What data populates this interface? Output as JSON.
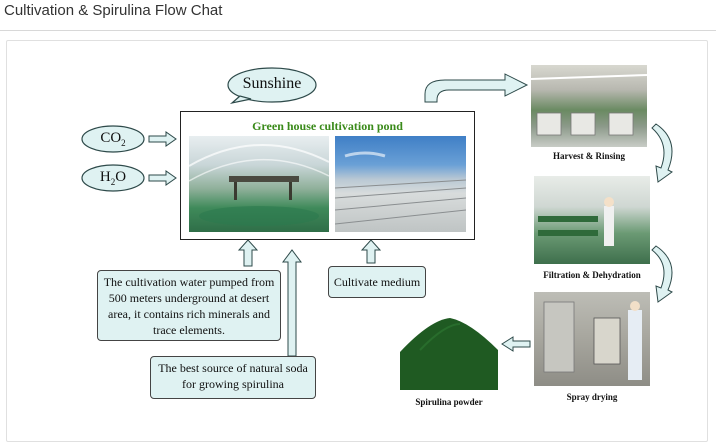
{
  "page": {
    "title": "Cultivation & Spirulina Flow Chat"
  },
  "diagram": {
    "sunshine": "Sunshine",
    "inputs": {
      "co2": "CO",
      "co2_sub": "2",
      "h2o_h": "H",
      "h2o_sub": "2",
      "h2o_o": "O"
    },
    "pond_title": "Green house cultivation pond",
    "notes": {
      "water": "The cultivation water pumped from 500 meters underground at desert area, it contains rich minerals and trace elements.",
      "soda": "The best source of natural soda for growing spirulina",
      "medium": "Cultivate medium"
    },
    "steps": {
      "harvest": "Harvest & Rinsing",
      "filtration": "Filtration & Dehydration",
      "spray": "Spray drying",
      "powder": "Spirulina powder"
    },
    "colors": {
      "bubble_fill": "#dff2f2",
      "arrow_fill": "#dff2f2",
      "arrow_stroke": "#2e4a4a",
      "pond_title": "#3a8a1a",
      "powder_green": "#1f5a22"
    }
  }
}
